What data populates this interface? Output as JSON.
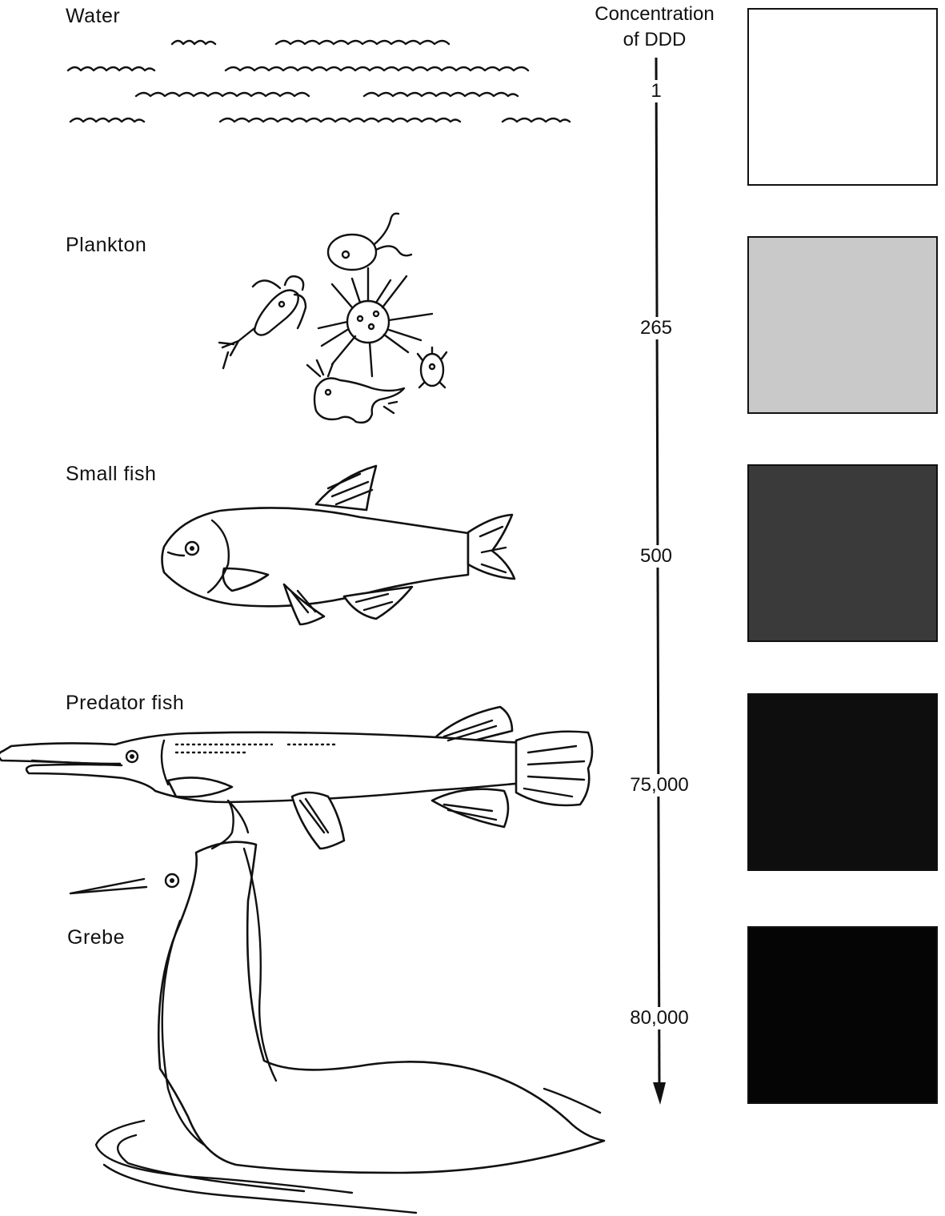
{
  "axis": {
    "title_line1": "Concentration",
    "title_line2": "of DDD"
  },
  "levels": [
    {
      "label": "Water",
      "value": "1",
      "swatch_color": "#ffffff"
    },
    {
      "label": "Plankton",
      "value": "265",
      "swatch_color": "#c9c9c9"
    },
    {
      "label": "Small fish",
      "value": "500",
      "swatch_color": "#3a3a3a"
    },
    {
      "label": "Predator fish",
      "value": "75,000",
      "swatch_color": "#0e0e0e"
    },
    {
      "label": "Grebe",
      "value": "80,000",
      "swatch_color": "#050505"
    }
  ]
}
